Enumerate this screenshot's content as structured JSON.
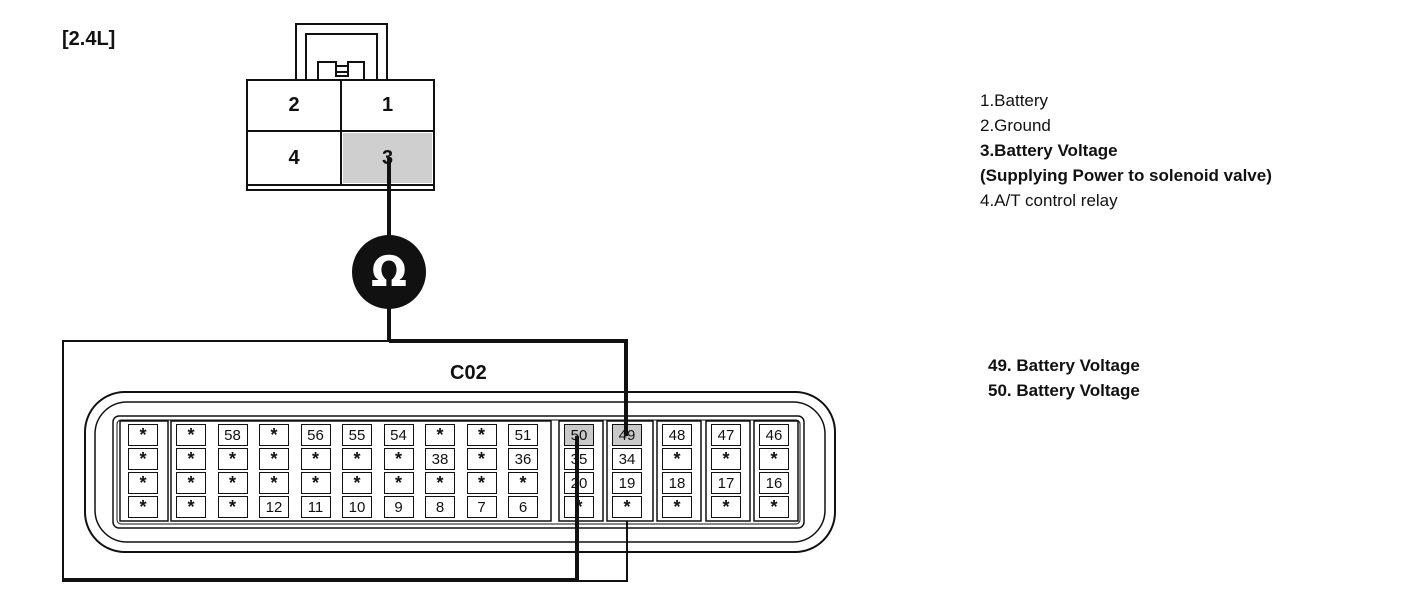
{
  "header": "[2.4L]",
  "connector_top": {
    "cavities": [
      "2",
      "1",
      "4",
      "3"
    ],
    "highlighted": "3"
  },
  "meter_symbol": "Ω",
  "legend_top": [
    {
      "text": "1.Battery",
      "bold": false
    },
    {
      "text": "2.Ground",
      "bold": false
    },
    {
      "text": "3.Battery Voltage",
      "bold": true
    },
    {
      "text": "(Supplying Power to solenoid valve)",
      "bold": true
    },
    {
      "text": "4.A/T control relay",
      "bold": false
    }
  ],
  "connector_bottom": {
    "name": "C02",
    "groups": [
      {
        "rows": [
          [
            "*"
          ],
          [
            "*"
          ],
          [
            "*"
          ],
          [
            "*"
          ]
        ]
      },
      {
        "rows": [
          [
            "*",
            "58",
            "*",
            "56",
            "55",
            "54",
            "*",
            "*",
            "51"
          ],
          [
            "*",
            "*",
            "*",
            "*",
            "*",
            "*",
            "38",
            "*",
            "36"
          ],
          [
            "*",
            "*",
            "*",
            "*",
            "*",
            "*",
            "*",
            "*",
            "*"
          ],
          [
            "*",
            "*",
            "12",
            "11",
            "10",
            "9",
            "8",
            "7",
            "6"
          ]
        ]
      },
      {
        "rows": [
          [
            "50"
          ],
          [
            "35"
          ],
          [
            "20"
          ],
          [
            "*"
          ]
        ]
      },
      {
        "rows": [
          [
            "49"
          ],
          [
            "34"
          ],
          [
            "19"
          ],
          [
            "*"
          ]
        ]
      },
      {
        "rows": [
          [
            "48"
          ],
          [
            "*"
          ],
          [
            "18"
          ],
          [
            "*"
          ]
        ]
      },
      {
        "rows": [
          [
            "47"
          ],
          [
            "*"
          ],
          [
            "17"
          ],
          [
            "*"
          ]
        ]
      },
      {
        "rows": [
          [
            "46"
          ],
          [
            "*"
          ],
          [
            "16"
          ],
          [
            "*"
          ]
        ]
      }
    ],
    "highlighted_pins": [
      "50",
      "49"
    ]
  },
  "legend_bottom": [
    "49. Battery Voltage",
    "50. Battery Voltage"
  ]
}
